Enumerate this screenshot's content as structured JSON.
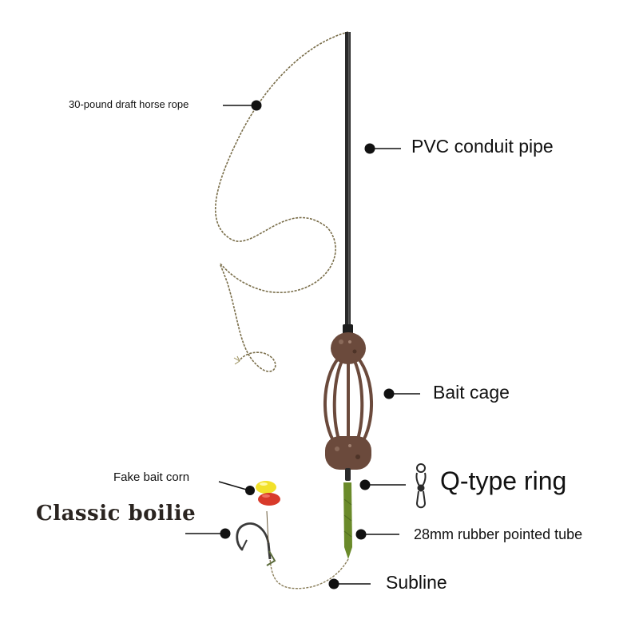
{
  "labels": {
    "rope": "30-pound draft horse rope",
    "pipe": "PVC conduit pipe",
    "cage": "Bait cage",
    "corn": "Fake bait corn",
    "ring": "Q-type ring",
    "boilie": "Classic boilie",
    "tube": "28mm rubber pointed tube",
    "subline": "Subline"
  },
  "colors": {
    "text": "#111111",
    "pipe": "#2a2a2a",
    "cage": "#6b4a3c",
    "rope": "#7a6e4a",
    "corn_yellow": "#f2e12a",
    "corn_red": "#d83a2a",
    "tube_green": "#6a8a2a"
  }
}
